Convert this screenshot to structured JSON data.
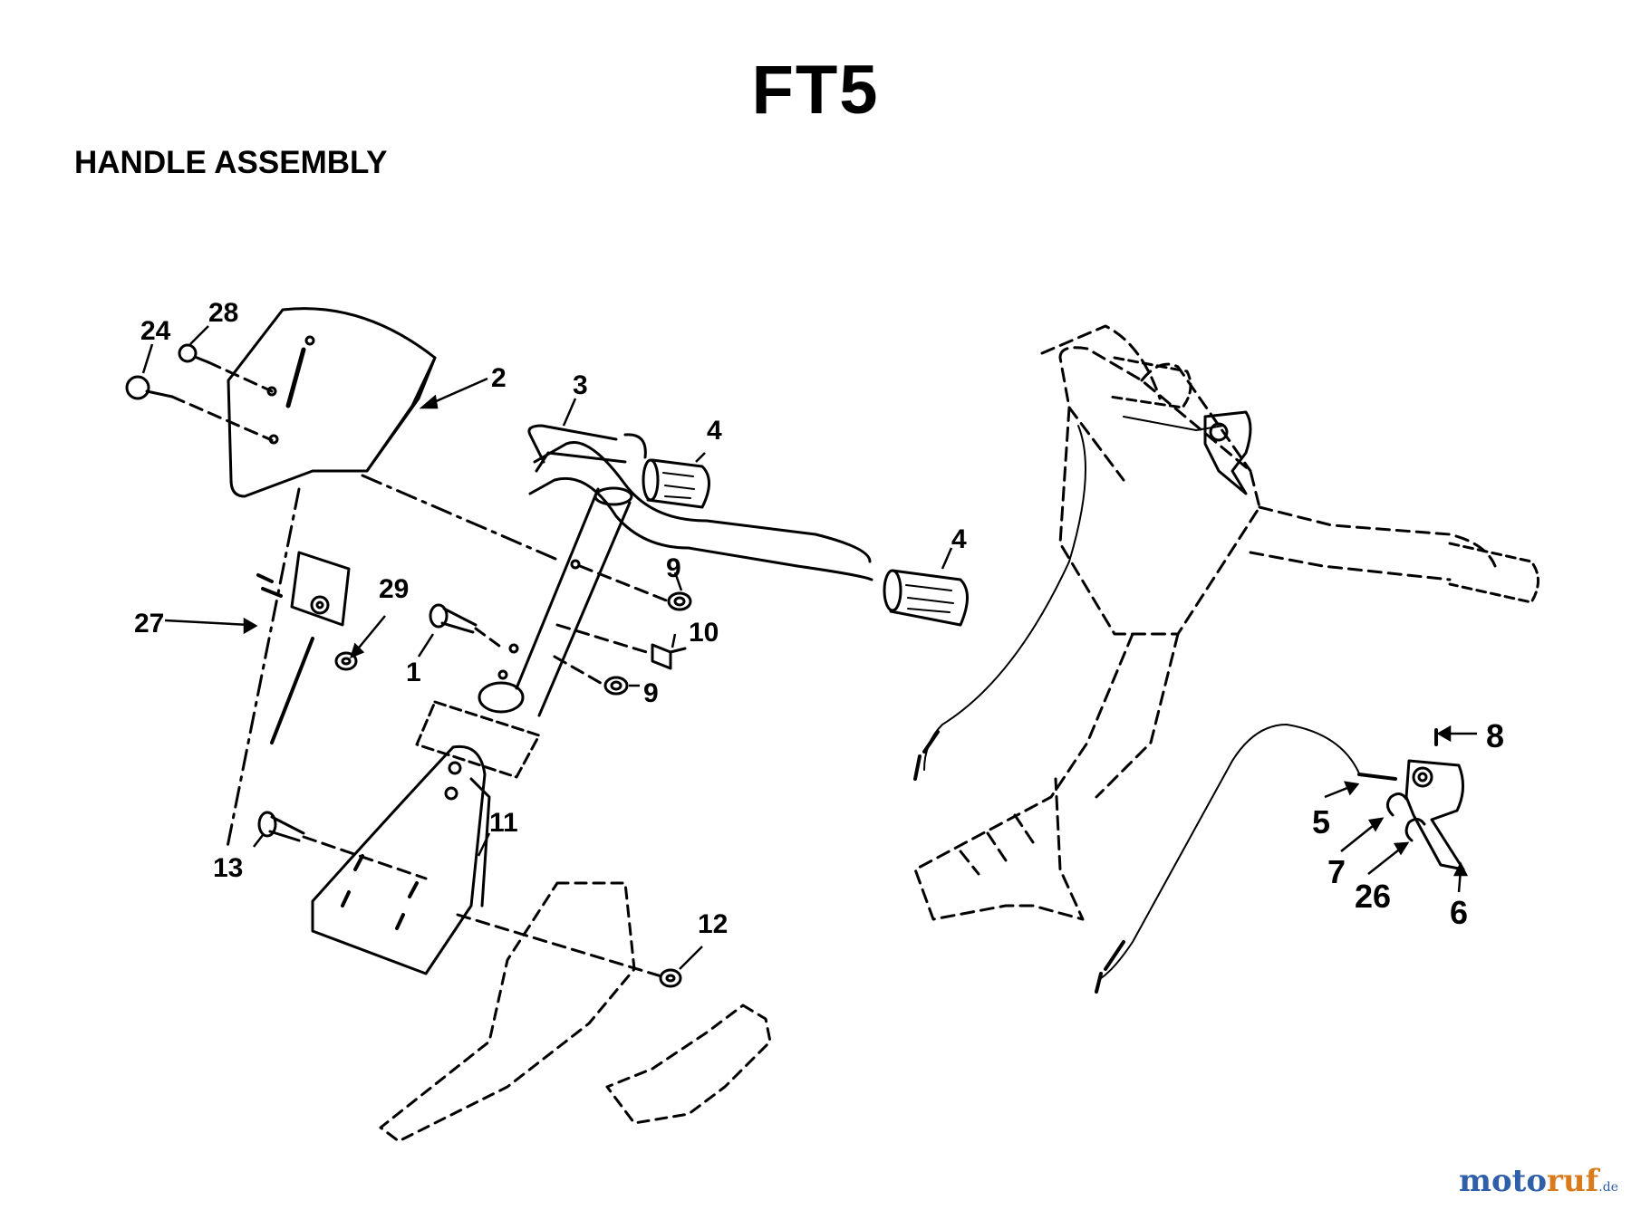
{
  "header": {
    "title": "FT5",
    "subtitle": "HANDLE ASSEMBLY"
  },
  "callouts": {
    "c1": "1",
    "c2": "2",
    "c3": "3",
    "c4a": "4",
    "c4b": "4",
    "c5": "5",
    "c6": "6",
    "c7": "7",
    "c8": "8",
    "c9a": "9",
    "c9b": "9",
    "c10": "10",
    "c11": "11",
    "c12": "12",
    "c13": "13",
    "c24": "24",
    "c26": "26",
    "c27": "27",
    "c28": "28",
    "c29": "29"
  },
  "watermark": {
    "part1": "moto",
    "part2": "ruf",
    "part3": ".de"
  }
}
